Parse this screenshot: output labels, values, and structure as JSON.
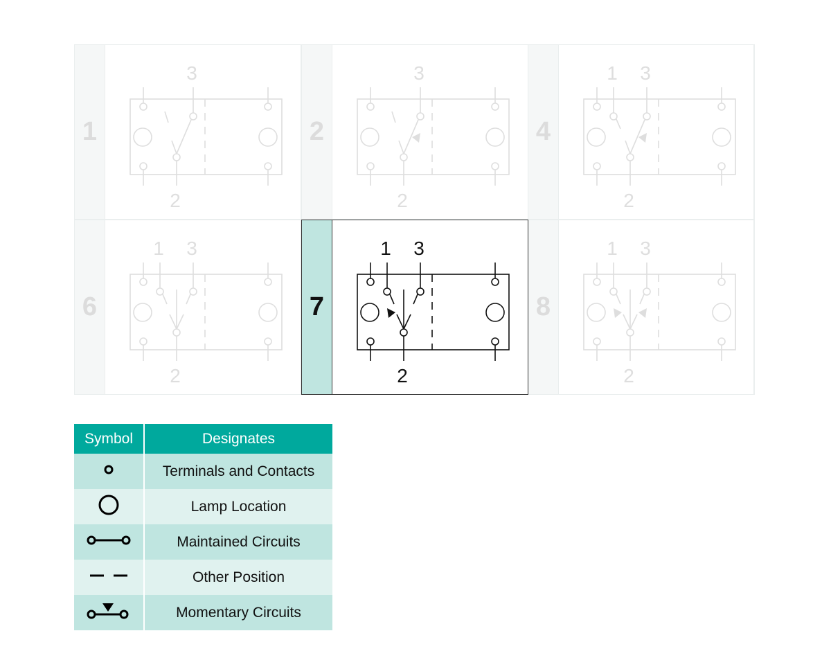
{
  "diagrams": [
    {
      "position": "1",
      "terminal_labels": [
        "3",
        "2"
      ]
    },
    {
      "position": "2",
      "terminal_labels": [
        "3",
        "2"
      ]
    },
    {
      "position": "4",
      "terminal_labels": [
        "1",
        "3",
        "2"
      ]
    },
    {
      "position": "6",
      "terminal_labels": [
        "1",
        "3",
        "2"
      ]
    },
    {
      "position": "7",
      "terminal_labels": [
        "1",
        "3",
        "2"
      ],
      "highlighted": true
    },
    {
      "position": "8",
      "terminal_labels": [
        "1",
        "3",
        "2"
      ]
    }
  ],
  "legend": {
    "headers": [
      "Symbol",
      "Designates"
    ],
    "rows": [
      {
        "symbol": "terminal-icon",
        "designates": "Terminals and Contacts"
      },
      {
        "symbol": "lamp-icon",
        "designates": "Lamp Location"
      },
      {
        "symbol": "maintained-circuit-icon",
        "designates": "Maintained Circuits"
      },
      {
        "symbol": "other-position-icon",
        "designates": "Other Position"
      },
      {
        "symbol": "momentary-circuit-icon",
        "designates": "Momentary Circuits"
      }
    ]
  },
  "colors": {
    "header": "#00a99d",
    "row_dark": "#bfe5e0",
    "row_light": "#e0f2ef",
    "faded": "#dedede"
  }
}
